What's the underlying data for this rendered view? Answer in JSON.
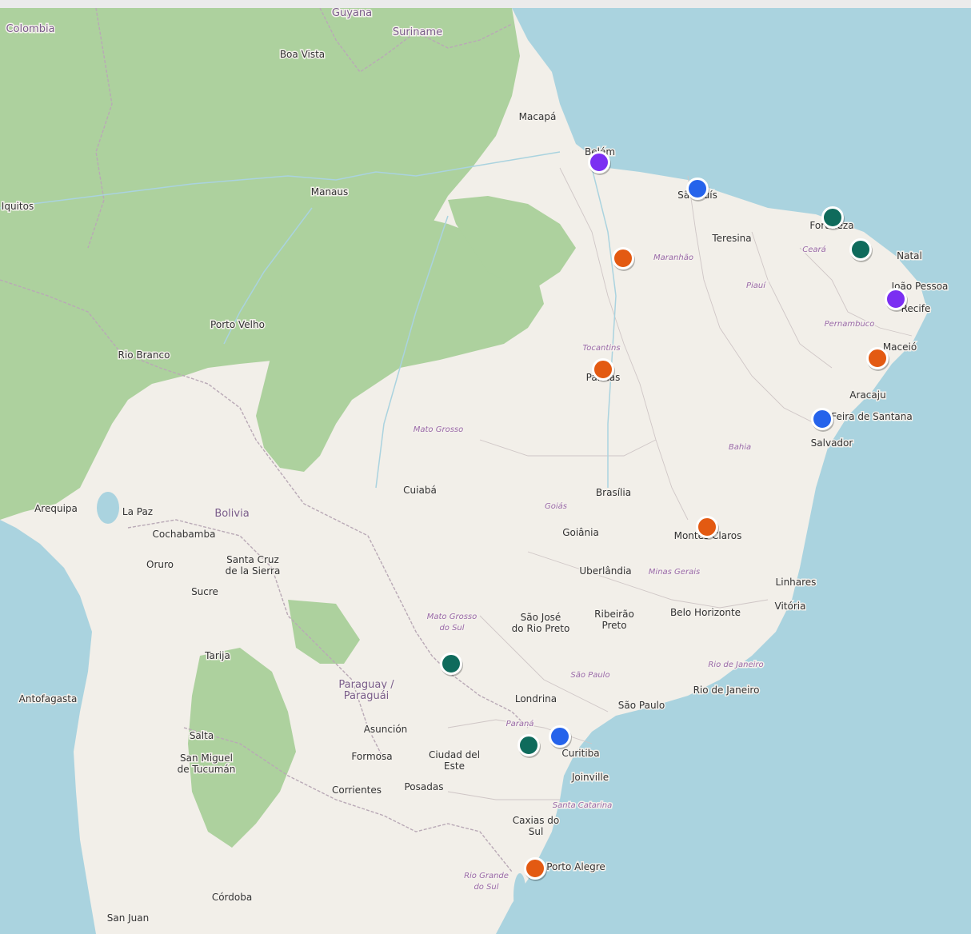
{
  "colors": {
    "ocean": "#aad3df",
    "land": "#f2efe9",
    "forest": "#add19e",
    "forest_dark": "#9ec98d",
    "border": "#b9a9b6",
    "purple": "#7b2ff2",
    "blue": "#2563eb",
    "teal": "#0f6b5c",
    "orange": "#e35a12"
  },
  "labels": {
    "countries": [
      {
        "id": "colombia",
        "text": "Colombia"
      },
      {
        "id": "guyana",
        "text": "Guyana"
      },
      {
        "id": "suriname",
        "text": "Suriname"
      },
      {
        "id": "bolivia",
        "text": "Bolivia"
      },
      {
        "id": "paraguay",
        "text": "Paraguay /\nParaguái"
      }
    ],
    "states": [
      {
        "id": "maranhao",
        "text": "Maranhão"
      },
      {
        "id": "tocantins",
        "text": "Tocantins"
      },
      {
        "id": "mato-grosso",
        "text": "Mato Grosso"
      },
      {
        "id": "mato-grosso-sul",
        "text": "Mato Grosso\ndo Sul"
      },
      {
        "id": "bahia",
        "text": "Bahia"
      },
      {
        "id": "minas",
        "text": "Minas Gerais"
      },
      {
        "id": "piaui",
        "text": "Piauí"
      },
      {
        "id": "ceara",
        "text": "Ceará"
      },
      {
        "id": "pernambuco",
        "text": "Pernambuco"
      },
      {
        "id": "parana",
        "text": "Paraná"
      },
      {
        "id": "sc",
        "text": "Santa Catarina"
      },
      {
        "id": "rs",
        "text": "Rio Grande\ndo Sul"
      },
      {
        "id": "goias",
        "text": "Goiás"
      },
      {
        "id": "sp-state",
        "text": "São Paulo"
      },
      {
        "id": "rj-state",
        "text": "Rio de Janeiro"
      }
    ],
    "cities": [
      {
        "id": "boa-vista",
        "text": "Boa Vista"
      },
      {
        "id": "macapa",
        "text": "Macapá"
      },
      {
        "id": "belem",
        "text": "Belém"
      },
      {
        "id": "manaus",
        "text": "Manaus"
      },
      {
        "id": "sao-luis",
        "text": "São Luís"
      },
      {
        "id": "teresina",
        "text": "Teresina"
      },
      {
        "id": "fortaleza",
        "text": "Fortaleza"
      },
      {
        "id": "natal",
        "text": "Natal"
      },
      {
        "id": "joao-pessoa",
        "text": "João Pessoa"
      },
      {
        "id": "recife",
        "text": "Recife"
      },
      {
        "id": "maceio",
        "text": "Maceió"
      },
      {
        "id": "aracaju",
        "text": "Aracaju"
      },
      {
        "id": "feira",
        "text": "Feira de Santana"
      },
      {
        "id": "salvador",
        "text": "Salvador"
      },
      {
        "id": "palmas",
        "text": "Palmas"
      },
      {
        "id": "porto-velho",
        "text": "Porto Velho"
      },
      {
        "id": "rio-branco",
        "text": "Rio Branco"
      },
      {
        "id": "cuiaba",
        "text": "Cuiabá"
      },
      {
        "id": "brasilia",
        "text": "Brasília"
      },
      {
        "id": "goiania",
        "text": "Goiânia"
      },
      {
        "id": "montes-claros",
        "text": "Montes Claros"
      },
      {
        "id": "uberlandia",
        "text": "Uberlândia"
      },
      {
        "id": "linhares",
        "text": "Linhares"
      },
      {
        "id": "vitoria",
        "text": "Vitória"
      },
      {
        "id": "ribeirao",
        "text": "Ribeirão\nPreto"
      },
      {
        "id": "sao-jose",
        "text": "São José\ndo Rio Preto"
      },
      {
        "id": "belo-horizonte",
        "text": "Belo Horizonte"
      },
      {
        "id": "rio",
        "text": "Rio de Janeiro"
      },
      {
        "id": "sao-paulo",
        "text": "São Paulo"
      },
      {
        "id": "londrina",
        "text": "Londrina"
      },
      {
        "id": "curitiba",
        "text": "Curitiba"
      },
      {
        "id": "joinville",
        "text": "Joinville"
      },
      {
        "id": "caxias",
        "text": "Caxias do\nSul"
      },
      {
        "id": "porto-alegre",
        "text": "Porto Alegre"
      },
      {
        "id": "asuncion",
        "text": "Asunción"
      },
      {
        "id": "formosa",
        "text": "Formosa"
      },
      {
        "id": "ciudad-este",
        "text": "Ciudad del\nEste"
      },
      {
        "id": "corrientes",
        "text": "Corrientes"
      },
      {
        "id": "posadas",
        "text": "Posadas"
      },
      {
        "id": "salta",
        "text": "Salta"
      },
      {
        "id": "tucuman",
        "text": "San Miguel\nde Tucumán"
      },
      {
        "id": "cordoba",
        "text": "Córdoba"
      },
      {
        "id": "san-juan",
        "text": "San Juan"
      },
      {
        "id": "arequipa",
        "text": "Arequipa"
      },
      {
        "id": "la-paz",
        "text": "La Paz"
      },
      {
        "id": "cochabamba",
        "text": "Cochabamba"
      },
      {
        "id": "oruro",
        "text": "Oruro"
      },
      {
        "id": "santa-cruz",
        "text": "Santa Cruz\nde la Sierra"
      },
      {
        "id": "sucre",
        "text": "Sucre"
      },
      {
        "id": "tarija",
        "text": "Tarija"
      },
      {
        "id": "antofagasta",
        "text": "Antofagasta"
      },
      {
        "id": "iquitos",
        "text": "Iquitos"
      }
    ]
  },
  "markers": [
    {
      "id": "belem",
      "color": "purple"
    },
    {
      "id": "sao-luis",
      "color": "blue"
    },
    {
      "id": "fortaleza",
      "color": "teal"
    },
    {
      "id": "mossoro",
      "color": "teal"
    },
    {
      "id": "joao-pessoa",
      "color": "purple"
    },
    {
      "id": "imperatriz",
      "color": "orange"
    },
    {
      "id": "maceio",
      "color": "orange"
    },
    {
      "id": "palmas",
      "color": "orange"
    },
    {
      "id": "salvador",
      "color": "blue"
    },
    {
      "id": "montes-claros",
      "color": "orange"
    },
    {
      "id": "campo-grande",
      "color": "teal"
    },
    {
      "id": "cascavel",
      "color": "teal"
    },
    {
      "id": "curitiba",
      "color": "blue"
    },
    {
      "id": "porto-alegre",
      "color": "orange"
    }
  ]
}
